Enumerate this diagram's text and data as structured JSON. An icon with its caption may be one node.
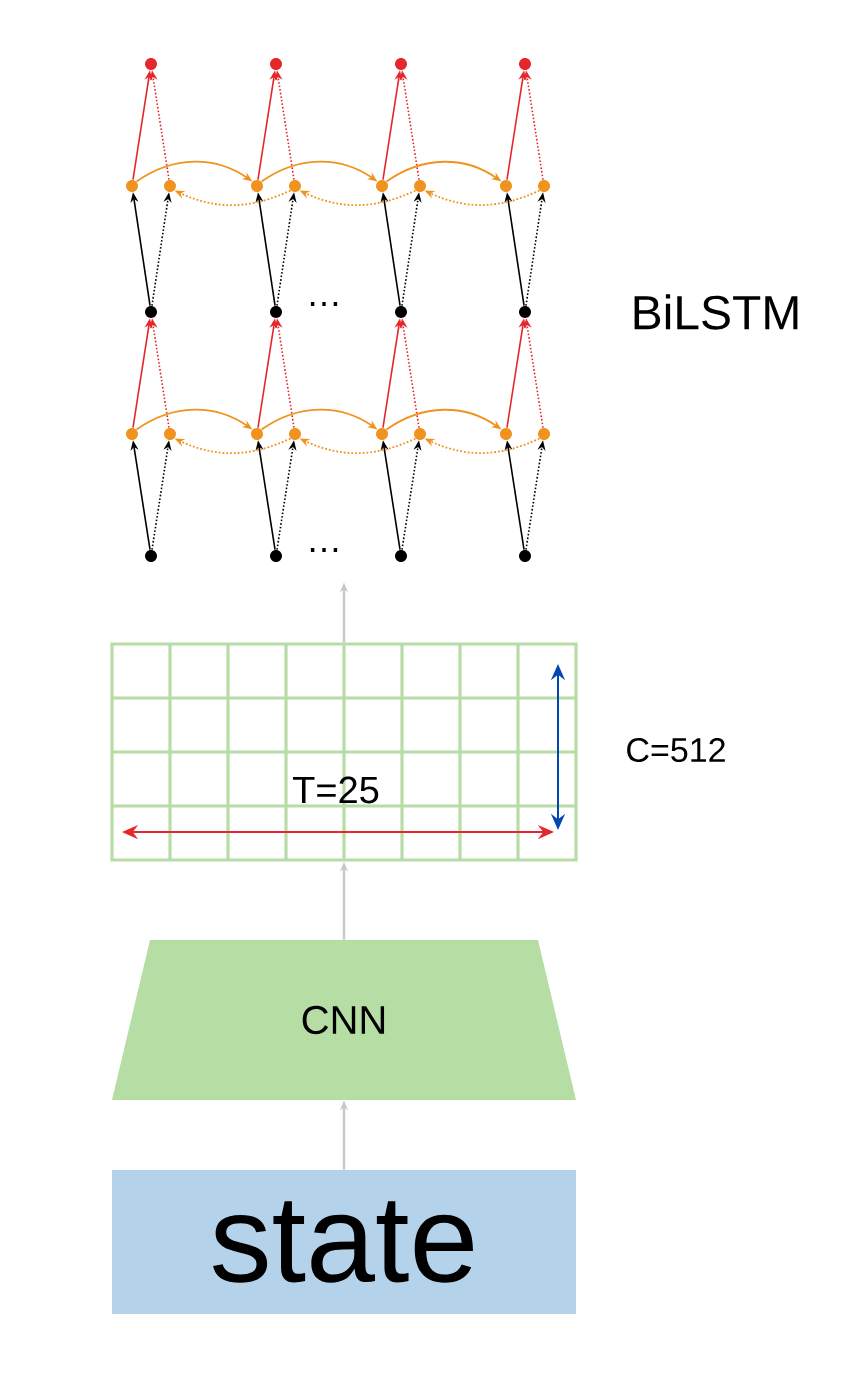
{
  "diagram": {
    "nodes": [
      {
        "text": [],
        "shape": "circle"
      },
      {
        "text": [],
        "shape": "circle"
      },
      {
        "text": [],
        "shape": "circle"
      },
      {
        "text": [],
        "shape": "circle"
      },
      {
        "text": [],
        "shape": "circle"
      },
      {
        "text": [],
        "shape": "circle"
      },
      {
        "text": [],
        "shape": "circle"
      },
      {
        "text": [],
        "shape": "circle"
      },
      {
        "text": [],
        "shape": "circle"
      },
      {
        "text": [],
        "shape": "circle"
      },
      {
        "text": [],
        "shape": "circle"
      },
      {
        "text": [],
        "shape": "circle"
      },
      {
        "text": [],
        "shape": "circle"
      },
      {
        "text": [],
        "shape": "circle"
      },
      {
        "text": [],
        "shape": "circle"
      },
      {
        "text": [],
        "shape": "circle"
      },
      {
        "text": [],
        "shape": "circle"
      },
      {
        "text": [],
        "shape": "circle"
      },
      {
        "text": [],
        "shape": "circle"
      },
      {
        "text": [],
        "shape": "circle"
      },
      {
        "text": [],
        "shape": "circle"
      },
      {
        "text": [],
        "shape": "circle"
      },
      {
        "text": [],
        "shape": "circle"
      },
      {
        "text": [],
        "shape": "circle"
      },
      {
        "text": [],
        "shape": "circle"
      },
      {
        "text": [],
        "shape": "circle"
      },
      {
        "text": [],
        "shape": "circle"
      },
      {
        "text": [],
        "shape": "circle"
      },
      {
        "text": [],
        "shape": "box"
      },
      {
        "text": [
          "CNN"
        ]
      },
      {
        "text": [
          "state"
        ]
      }
    ],
    "edges": [
      {
        "from": 24,
        "to": 16,
        "arrow": "to"
      },
      {
        "from": 24,
        "to": 17,
        "arrow": "to",
        "style": "dashed"
      },
      {
        "from": 16,
        "to": 12,
        "arrow": "to",
        "color": "#e5262b"
      },
      {
        "from": 17,
        "to": 12,
        "arrow": "to",
        "style": "dashed",
        "color": "#e5262b"
      },
      {
        "from": 25,
        "to": 18,
        "arrow": "to"
      },
      {
        "from": 25,
        "to": 19,
        "arrow": "to",
        "style": "dashed"
      },
      {
        "from": 18,
        "to": 13,
        "arrow": "to",
        "color": "#e5262b"
      },
      {
        "from": 19,
        "to": 13,
        "arrow": "to",
        "style": "dashed",
        "color": "#e5262b"
      },
      {
        "from": 26,
        "to": 20,
        "arrow": "to"
      },
      {
        "from": 26,
        "to": 21,
        "arrow": "to",
        "style": "dashed"
      },
      {
        "from": 20,
        "to": 14,
        "arrow": "to",
        "color": "#e5262b"
      },
      {
        "from": 21,
        "to": 14,
        "arrow": "to",
        "style": "dashed",
        "color": "#e5262b"
      },
      {
        "from": 27,
        "to": 22,
        "arrow": "to"
      },
      {
        "from": 27,
        "to": 23,
        "arrow": "to",
        "style": "dashed"
      },
      {
        "from": 22,
        "to": 15,
        "arrow": "to",
        "color": "#e5262b"
      },
      {
        "from": 23,
        "to": 15,
        "arrow": "to",
        "style": "dashed",
        "color": "#e5262b"
      },
      {
        "from": 16,
        "to": 18,
        "arrow": "to",
        "color": "#f0931e"
      },
      {
        "from": 18,
        "to": 20,
        "arrow": "to",
        "color": "#f0931e"
      },
      {
        "from": 20,
        "to": 22,
        "arrow": "to",
        "color": "#f0931e"
      },
      {
        "from": 19,
        "to": 17,
        "arrow": "to",
        "style": "dashed",
        "color": "#f0931e"
      },
      {
        "from": 21,
        "to": 19,
        "arrow": "to",
        "style": "dashed",
        "color": "#f0931e"
      },
      {
        "from": 23,
        "to": 21,
        "arrow": "to",
        "style": "dashed",
        "color": "#f0931e"
      },
      {
        "from": 12,
        "to": 4,
        "arrow": "to"
      },
      {
        "from": 12,
        "to": 5,
        "arrow": "to",
        "style": "dashed"
      },
      {
        "from": 4,
        "to": 0,
        "arrow": "to",
        "color": "#e5262b"
      },
      {
        "from": 5,
        "to": 0,
        "arrow": "to",
        "style": "dashed",
        "color": "#e5262b"
      },
      {
        "from": 13,
        "to": 6,
        "arrow": "to"
      },
      {
        "from": 13,
        "to": 7,
        "arrow": "to",
        "style": "dashed"
      },
      {
        "from": 6,
        "to": 1,
        "arrow": "to",
        "color": "#e5262b"
      },
      {
        "from": 7,
        "to": 1,
        "arrow": "to",
        "style": "dashed",
        "color": "#e5262b"
      },
      {
        "from": 14,
        "to": 8,
        "arrow": "to"
      },
      {
        "from": 14,
        "to": 9,
        "arrow": "to",
        "style": "dashed"
      },
      {
        "from": 8,
        "to": 2,
        "arrow": "to",
        "color": "#e5262b"
      },
      {
        "from": 9,
        "to": 2,
        "arrow": "to",
        "style": "dashed",
        "color": "#e5262b"
      },
      {
        "from": 15,
        "to": 10,
        "arrow": "to"
      },
      {
        "from": 15,
        "to": 11,
        "arrow": "to",
        "style": "dashed"
      },
      {
        "from": 10,
        "to": 3,
        "arrow": "to",
        "color": "#e5262b"
      },
      {
        "from": 11,
        "to": 3,
        "arrow": "to",
        "style": "dashed",
        "color": "#e5262b"
      },
      {
        "from": 4,
        "to": 6,
        "arrow": "to",
        "color": "#f0931e"
      },
      {
        "from": 6,
        "to": 8,
        "arrow": "to",
        "color": "#f0931e"
      },
      {
        "from": 8,
        "to": 10,
        "arrow": "to",
        "color": "#f0931e"
      },
      {
        "from": 7,
        "to": 5,
        "arrow": "to",
        "style": "dashed",
        "color": "#f0931e"
      },
      {
        "from": 9,
        "to": 7,
        "arrow": "to",
        "style": "dashed",
        "color": "#f0931e"
      },
      {
        "from": 11,
        "to": 9,
        "arrow": "to",
        "style": "dashed",
        "color": "#f0931e"
      },
      {
        "from": 30,
        "to": 29,
        "arrow": "to",
        "color": "#c8c8c8"
      },
      {
        "from": 29,
        "to": 28,
        "arrow": "to",
        "color": "#c8c8c8"
      },
      {
        "from": 28,
        "to": null,
        "arrow": "to",
        "color": "#c8c8c8"
      }
    ],
    "labels": [
      "…",
      "BiLSTM",
      "…",
      "T=25",
      "C=512"
    ]
  }
}
